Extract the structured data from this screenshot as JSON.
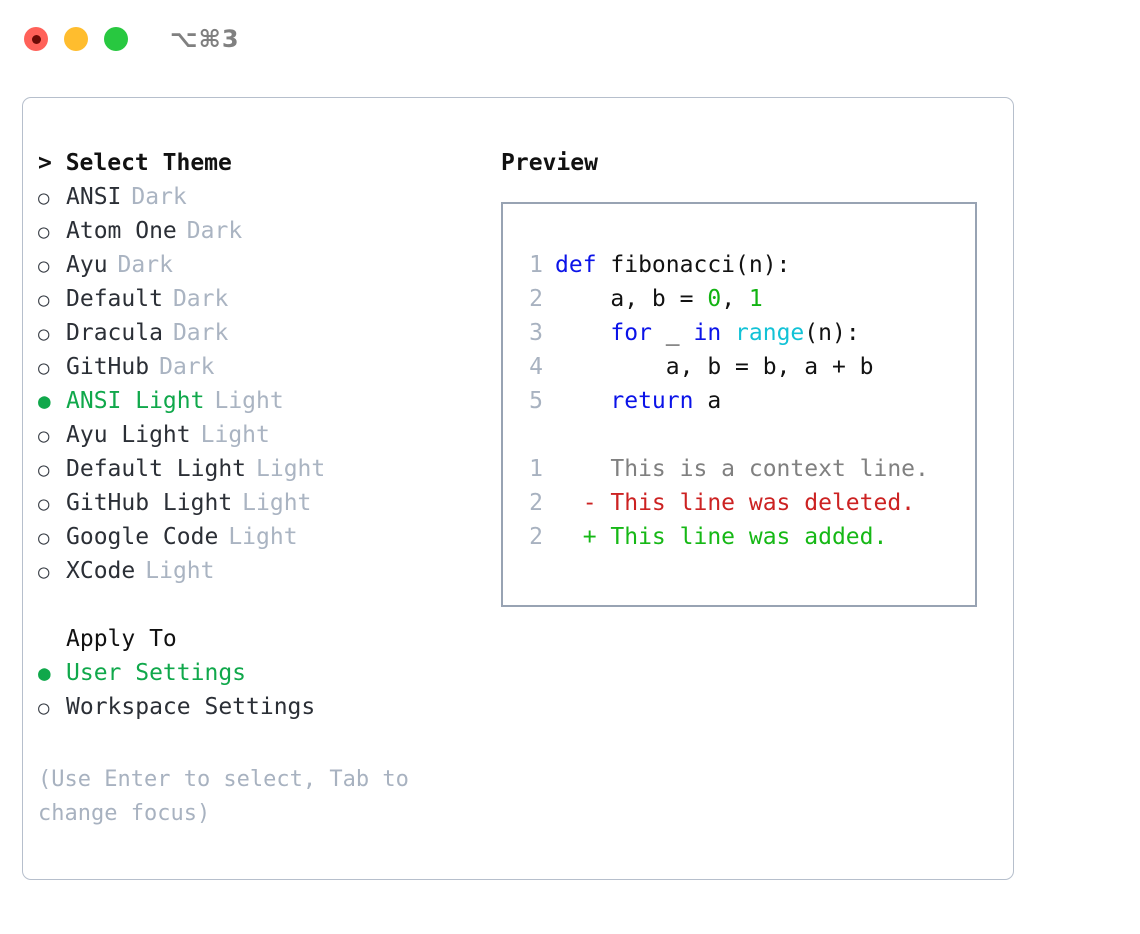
{
  "titlebar": {
    "shortcut": "⌥⌘3",
    "dots": [
      {
        "name": "close-button",
        "color": "#ff6159"
      },
      {
        "name": "minimize-button",
        "color": "#ffbd2e"
      },
      {
        "name": "maximize-button",
        "color": "#28c840"
      }
    ]
  },
  "theme_picker": {
    "header": "> Select Theme",
    "items": [
      {
        "marker": "○",
        "label": "ANSI",
        "variant": "Dark",
        "selected": false
      },
      {
        "marker": "○",
        "label": "Atom One",
        "variant": "Dark",
        "selected": false
      },
      {
        "marker": "○",
        "label": "Ayu",
        "variant": "Dark",
        "selected": false
      },
      {
        "marker": "○",
        "label": "Default",
        "variant": "Dark",
        "selected": false
      },
      {
        "marker": "○",
        "label": "Dracula",
        "variant": "Dark",
        "selected": false
      },
      {
        "marker": "○",
        "label": "GitHub",
        "variant": "Dark",
        "selected": false
      },
      {
        "marker": "●",
        "label": "ANSI Light",
        "variant": "Light",
        "selected": true
      },
      {
        "marker": "○",
        "label": "Ayu Light",
        "variant": "Light",
        "selected": false
      },
      {
        "marker": "○",
        "label": "Default Light",
        "variant": "Light",
        "selected": false
      },
      {
        "marker": "○",
        "label": "GitHub Light",
        "variant": "Light",
        "selected": false
      },
      {
        "marker": "○",
        "label": "Google Code",
        "variant": "Light",
        "selected": false
      },
      {
        "marker": "○",
        "label": "XCode",
        "variant": "Light",
        "selected": false
      }
    ]
  },
  "apply_to": {
    "header": "Apply To",
    "items": [
      {
        "marker": "●",
        "label": "User Settings",
        "selected": true
      },
      {
        "marker": "○",
        "label": "Workspace Settings",
        "selected": false
      }
    ]
  },
  "hint": "(Use Enter to select, Tab to change focus)",
  "preview": {
    "title": "Preview",
    "code": [
      {
        "num": "1",
        "tokens": [
          {
            "t": "def",
            "c": "kw"
          },
          {
            "t": " fibonacci(n):",
            "c": "txt"
          }
        ]
      },
      {
        "num": "2",
        "tokens": [
          {
            "t": "    a, b = ",
            "c": "txt"
          },
          {
            "t": "0",
            "c": "num"
          },
          {
            "t": ", ",
            "c": "txt"
          },
          {
            "t": "1",
            "c": "num"
          }
        ]
      },
      {
        "num": "3",
        "tokens": [
          {
            "t": "    ",
            "c": "txt"
          },
          {
            "t": "for",
            "c": "kw"
          },
          {
            "t": " _ ",
            "c": "txt"
          },
          {
            "t": "in",
            "c": "kw"
          },
          {
            "t": " ",
            "c": "txt"
          },
          {
            "t": "range",
            "c": "fn"
          },
          {
            "t": "(n):",
            "c": "txt"
          }
        ]
      },
      {
        "num": "4",
        "tokens": [
          {
            "t": "        a, b = b, a + b",
            "c": "txt"
          }
        ]
      },
      {
        "num": "5",
        "tokens": [
          {
            "t": "    ",
            "c": "txt"
          },
          {
            "t": "return",
            "c": "kw"
          },
          {
            "t": " a",
            "c": "txt"
          }
        ]
      }
    ],
    "diff": [
      {
        "num": "1",
        "marker": " ",
        "text": "This is a context line.",
        "kind": "ctx"
      },
      {
        "num": "2",
        "marker": "-",
        "text": "This line was deleted.",
        "kind": "del"
      },
      {
        "num": "2",
        "marker": "+",
        "text": "This line was added.",
        "kind": "add"
      }
    ]
  }
}
